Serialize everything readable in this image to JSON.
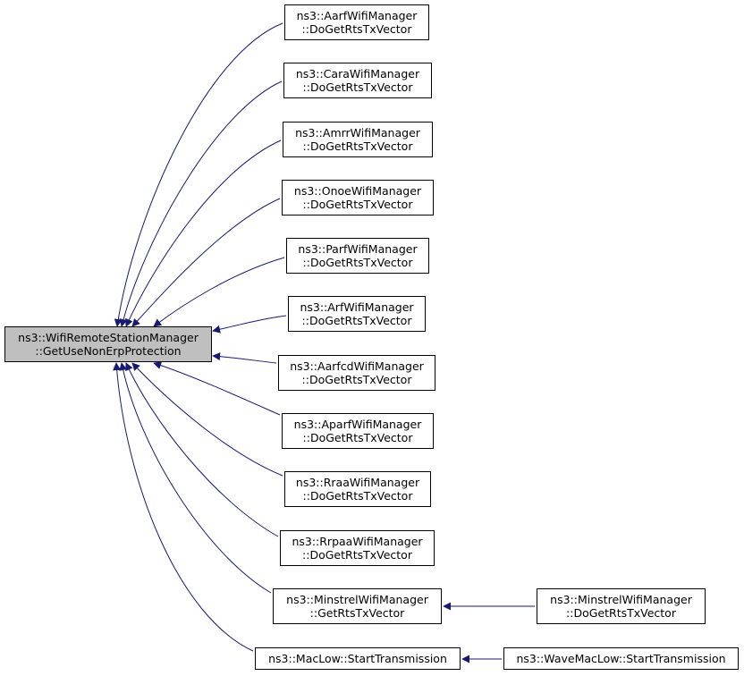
{
  "colors": {
    "edge": "#191970",
    "root_fill": "#bfbfbf",
    "node_fill": "#ffffff",
    "border": "#000000"
  },
  "root": {
    "line1": "ns3::WifiRemoteStationManager",
    "line2": "::GetUseNonErpProtection"
  },
  "callers": [
    {
      "line1": "ns3::AarfWifiManager",
      "line2": "::DoGetRtsTxVector"
    },
    {
      "line1": "ns3::CaraWifiManager",
      "line2": "::DoGetRtsTxVector"
    },
    {
      "line1": "ns3::AmrrWifiManager",
      "line2": "::DoGetRtsTxVector"
    },
    {
      "line1": "ns3::OnoeWifiManager",
      "line2": "::DoGetRtsTxVector"
    },
    {
      "line1": "ns3::ParfWifiManager",
      "line2": "::DoGetRtsTxVector"
    },
    {
      "line1": "ns3::ArfWifiManager",
      "line2": "::DoGetRtsTxVector"
    },
    {
      "line1": "ns3::AarfcdWifiManager",
      "line2": "::DoGetRtsTxVector"
    },
    {
      "line1": "ns3::AparfWifiManager",
      "line2": "::DoGetRtsTxVector"
    },
    {
      "line1": "ns3::RraaWifiManager",
      "line2": "::DoGetRtsTxVector"
    },
    {
      "line1": "ns3::RrpaaWifiManager",
      "line2": "::DoGetRtsTxVector"
    },
    {
      "line1": "ns3::MinstrelWifiManager",
      "line2": "::GetRtsTxVector"
    },
    {
      "line1": "ns3::MacLow::StartTransmission"
    }
  ],
  "second_level": [
    {
      "line1": "ns3::MinstrelWifiManager",
      "line2": "::DoGetRtsTxVector"
    },
    {
      "line1": "ns3::WaveMacLow::StartTransmission"
    }
  ]
}
